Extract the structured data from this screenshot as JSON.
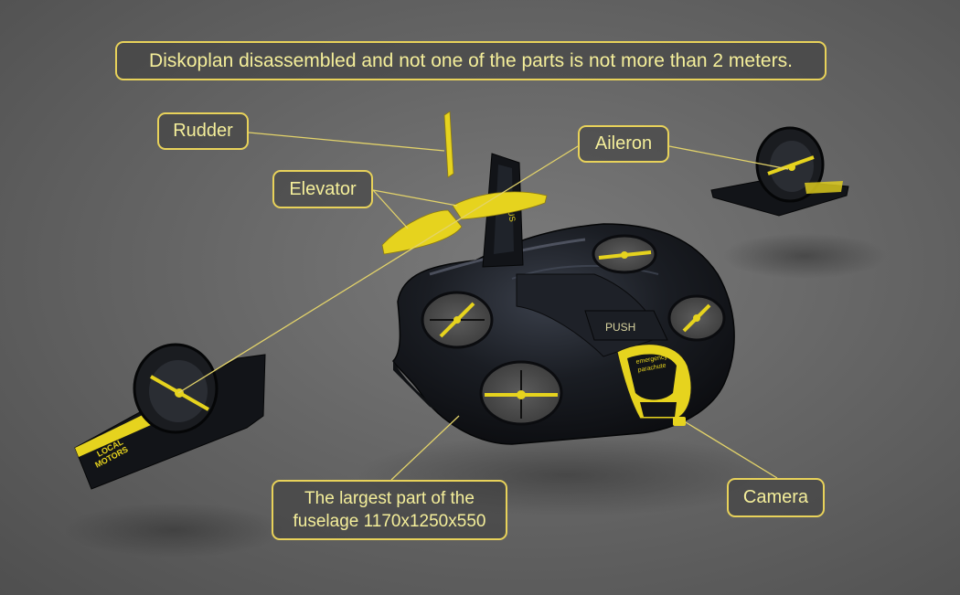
{
  "title": "Diskoplan disassembled and not one of the parts is not more than 2 meters.",
  "labels": {
    "rudder": "Rudder",
    "elevator": "Elevator",
    "aileron": "Aileron",
    "largest_part_line1": "The largest part of the",
    "largest_part_line2": "fuselage 1170x1250x550",
    "camera": "Camera"
  },
  "markings": {
    "push": "PUSH",
    "emergency_line1": "emergency",
    "emergency_line2": "parachute",
    "local_line1": "LOCAL",
    "local_line2": "MOTORS",
    "fin_text": "AIRBUS"
  },
  "colors": {
    "accent_yellow": "#e6d31e",
    "body_black": "#14161a",
    "background": "#6a6a6a",
    "callout_border": "#e8d25a",
    "callout_text": "#f4ee9a"
  }
}
